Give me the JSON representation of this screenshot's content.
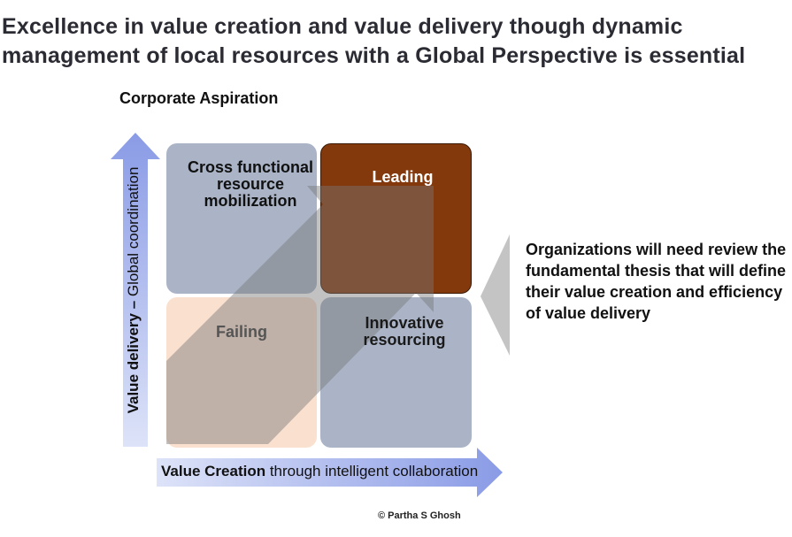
{
  "title": {
    "line1": "Excellence in value creation and value delivery though dynamic",
    "line2": "management of local resources with a Global Perspective is essential"
  },
  "subtitle": "Corporate Aspiration",
  "quadrants": {
    "top_left": "Cross functional resource mobilization",
    "top_right": "Leading",
    "bottom_left": "Failing",
    "bottom_right": "Innovative resourcing"
  },
  "y_axis": {
    "bold": "Value delivery – ",
    "rest": "Global coordination"
  },
  "x_axis": {
    "bold": "Value Creation",
    "rest": " through intelligent collaboration"
  },
  "callout": "Organizations will need review the fundamental thesis that will define their value creation and efficiency of value delivery",
  "credit": "© Partha S Ghosh",
  "colors": {
    "quadrant_blue": "#aab4c6",
    "quadrant_brown": "#84390c",
    "quadrant_peach": "#fae1cf",
    "axis_arrow": "#8f9fe6",
    "diagonal_arrow": "#757575",
    "callout_pointer": "#c0c0c0"
  }
}
